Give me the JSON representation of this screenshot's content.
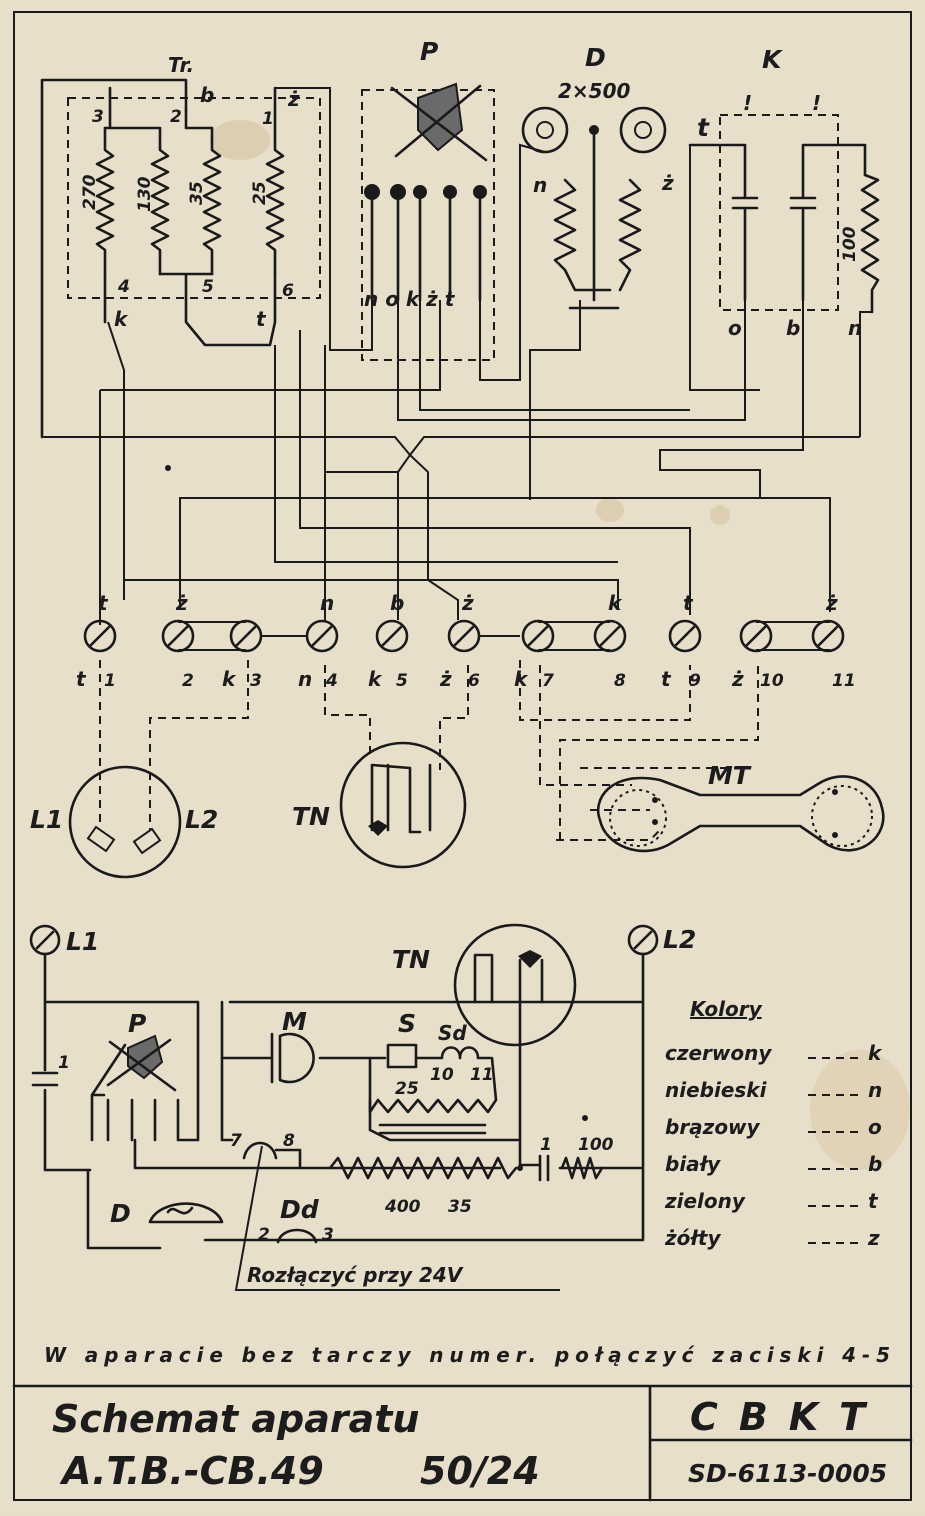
{
  "labels": {
    "tr": "Tr.",
    "p": "P",
    "d": "D",
    "d_value": "2×500",
    "k": "K",
    "coil_270": "270",
    "coil_130": "130",
    "coil_35": "35",
    "coil_25": "25",
    "tr_pin_3": "3",
    "tr_pin_2": "2",
    "tr_pin_b": "b",
    "tr_pin_1": "1",
    "tr_pin_z": "ż",
    "tr_pin_4": "4",
    "tr_pin_5": "5",
    "tr_pin_6": "6",
    "tr_k": "k",
    "tr_t": "t",
    "p_pins": "n o k ż t",
    "d_n": "n",
    "d_z": "ż",
    "k_t": "t",
    "k_o": "o",
    "k_b": "b",
    "k_n": "n",
    "k_100": "100",
    "k_mark": "!"
  },
  "terminals": {
    "top": [
      "t",
      "ż",
      "",
      "n",
      "b",
      "ż",
      "",
      "k",
      "t",
      "",
      "ż"
    ],
    "letters": [
      "t",
      "",
      "k",
      "n",
      "k",
      "ż",
      "k",
      "",
      "t",
      "ż",
      ""
    ],
    "numbers": [
      "1",
      "2",
      "3",
      "4",
      "5",
      "6",
      "7",
      "8",
      "9",
      "10",
      "11"
    ]
  },
  "devices": {
    "l1": "L1",
    "l2": "L2",
    "tn": "TN",
    "mt": "MT"
  },
  "lower": {
    "l1": "L1",
    "l2": "L2",
    "p": "P",
    "tn": "TN",
    "m": "M",
    "s": "S",
    "sd": "Sd",
    "r25": "25",
    "r10": "10",
    "r11": "11",
    "c1": "1",
    "c1b": "1",
    "r100": "100",
    "pin7": "7",
    "pin8": "8",
    "r400": "400",
    "r35": "35",
    "d": "D",
    "dd": "Dd",
    "dd2": "2",
    "dd3": "3",
    "note24": "Rozłączyć przy 24V"
  },
  "kolory": {
    "title": "Kolory",
    "items": [
      {
        "name": "czerwony",
        "code": "k"
      },
      {
        "name": "niebieski",
        "code": "n"
      },
      {
        "name": "brązowy",
        "code": "o"
      },
      {
        "name": "biały",
        "code": "b"
      },
      {
        "name": "zielony",
        "code": "t"
      },
      {
        "name": "żółty",
        "code": "z"
      }
    ]
  },
  "note": "W aparacie bez tarczy numer. połączyć zaciski 4-5",
  "title_block": {
    "line1": "Schemat aparatu",
    "line2": "A.T.B.-CB.49",
    "ratio": "50/24",
    "org": "CBKT",
    "doc": "SD-6113-0005"
  }
}
